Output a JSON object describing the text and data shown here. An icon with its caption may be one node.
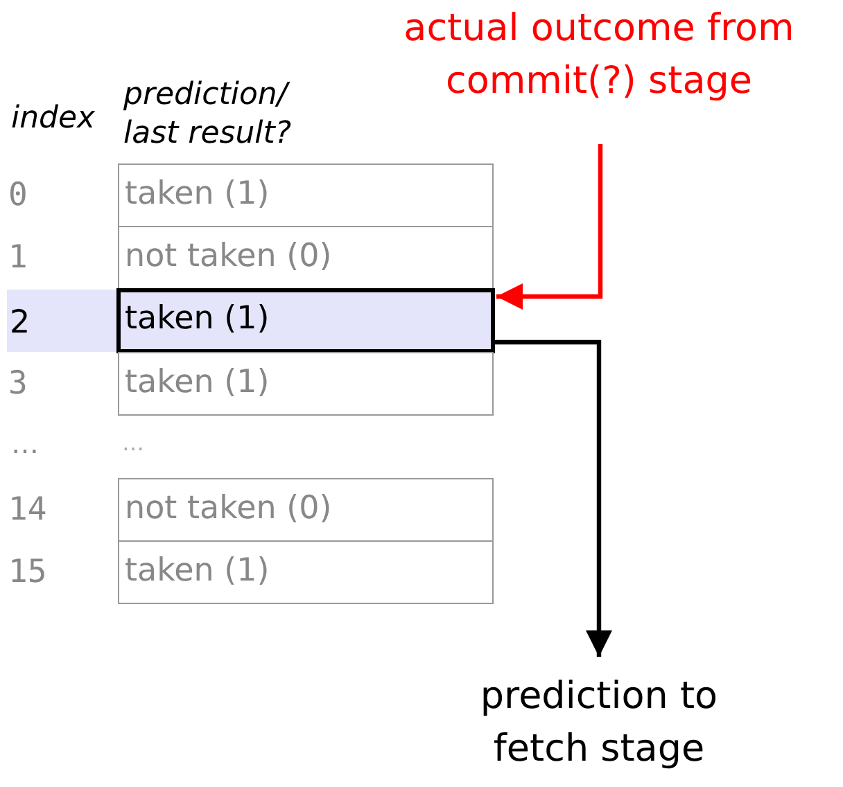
{
  "diagram": {
    "nodes": [
      {
        "text": [
          "taken (1)"
        ],
        "beside": [
          "0"
        ]
      },
      {
        "text": [
          "not taken (0)"
        ],
        "beside": [
          "1"
        ]
      },
      {
        "text": [
          "taken (1)"
        ],
        "beside": [
          "2"
        ]
      },
      {
        "text": [
          "taken (1)"
        ],
        "beside": [
          "3"
        ]
      },
      {
        "text": [
          "not taken (0)"
        ],
        "beside": [
          "14"
        ]
      },
      {
        "text": [
          "taken (1)"
        ],
        "beside": [
          "15"
        ]
      },
      {
        "text": [
          "actual outcome from commit(?) stage"
        ]
      },
      {
        "text": [
          "prediction to fetch stage"
        ]
      }
    ],
    "edges": [
      {
        "from": 6,
        "to": 2,
        "arrow": "to",
        "color": "#ff0000"
      },
      {
        "from": 2,
        "to": 7,
        "arrow": "to",
        "color": "#000000"
      }
    ],
    "labels": [
      "index",
      "prediction/ last result?",
      "…",
      "…"
    ]
  }
}
